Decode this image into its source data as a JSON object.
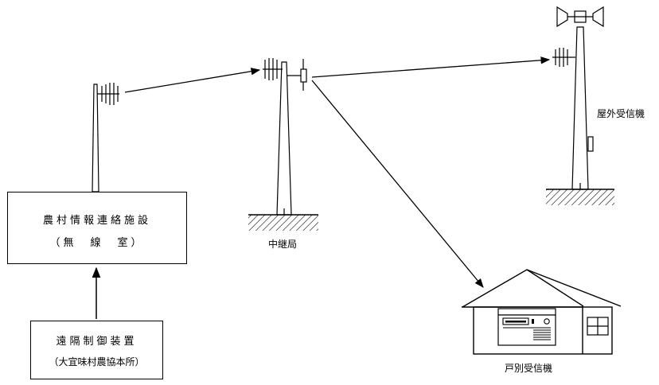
{
  "facility": {
    "line1": "農村情報連絡施設",
    "line2": "（無　線　室）"
  },
  "remote": {
    "line1": "遠隔制御装置",
    "line2": "（大宜味村農協本所）"
  },
  "labels": {
    "relay": "中継局",
    "outdoor": "屋外受信機",
    "household": "戸別受信機"
  }
}
